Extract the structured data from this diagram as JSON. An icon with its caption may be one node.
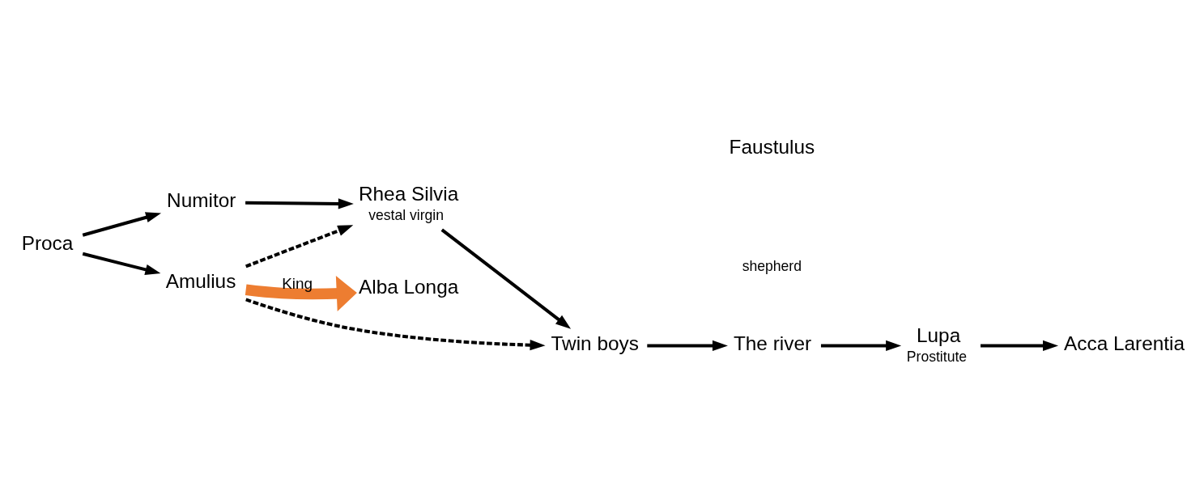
{
  "diagram": {
    "nodes": [
      {
        "text": [
          "Proca"
        ]
      },
      {
        "text": [
          "Numitor"
        ]
      },
      {
        "text": [
          "Alba Longa"
        ]
      },
      {
        "text": [
          "Amulius"
        ]
      },
      {
        "text": [
          "Rhea Silvia"
        ],
        "beside": [
          "vestal virgin"
        ]
      },
      {
        "text": [
          "Twin boys"
        ]
      },
      {
        "text": [
          "The river"
        ]
      },
      {
        "text": [
          "Lupa"
        ],
        "beside": [
          "Prostitute"
        ]
      },
      {
        "text": [
          "Acca Larentia"
        ]
      }
    ],
    "edges": [
      {
        "from": 0,
        "to": 1,
        "arrow": "to"
      },
      {
        "from": 0,
        "to": 3,
        "arrow": "to"
      },
      {
        "from": 1,
        "to": 4,
        "arrow": "to"
      },
      {
        "from": 3,
        "to": 2,
        "arrow": "to",
        "label": "King",
        "style": "thick",
        "color": "#ed7d31"
      },
      {
        "from": 3,
        "to": 4,
        "arrow": "to",
        "style": "dashed"
      },
      {
        "from": 3,
        "to": 5,
        "arrow": "to",
        "style": "dashed"
      },
      {
        "from": 4,
        "to": 5,
        "arrow": "to"
      },
      {
        "from": 5,
        "to": 6,
        "arrow": "to"
      },
      {
        "from": 6,
        "to": 7,
        "arrow": "to"
      },
      {
        "from": 7,
        "to": 8,
        "arrow": "to"
      }
    ],
    "labels": [
      "Faustulus",
      "shepherd"
    ]
  }
}
